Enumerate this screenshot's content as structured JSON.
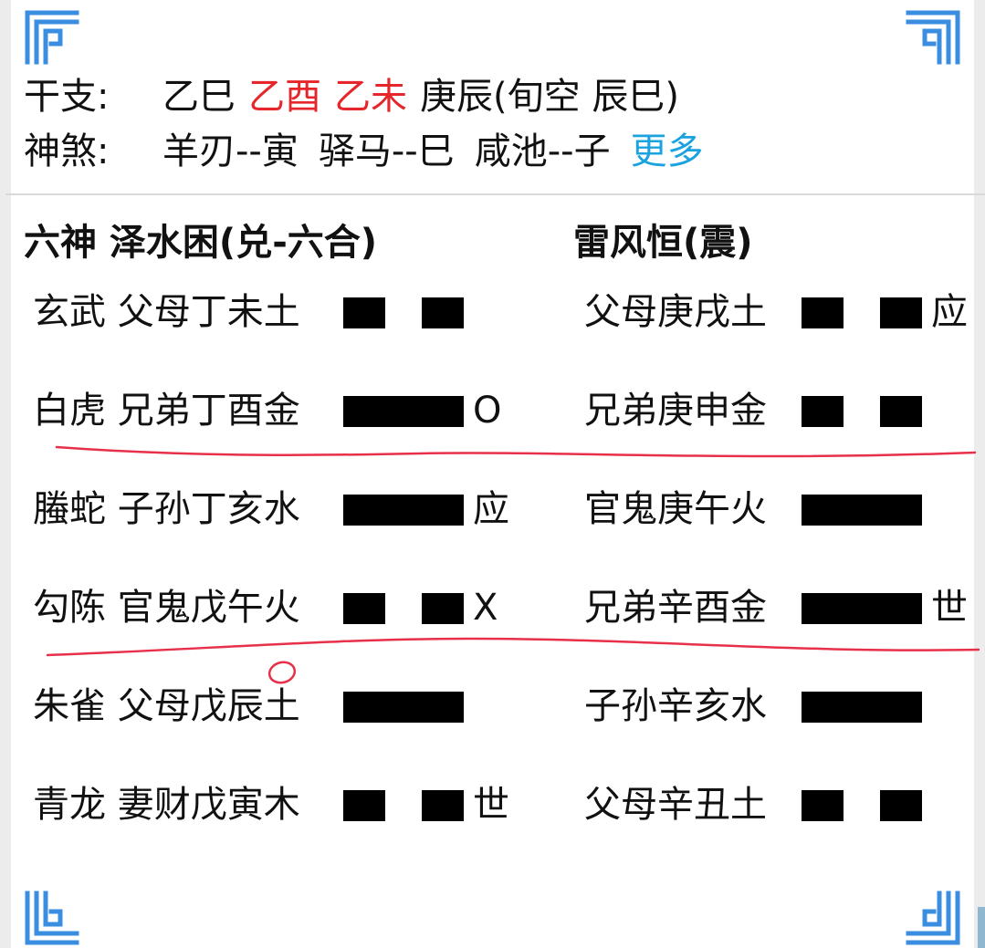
{
  "ganzhi": {
    "label": "干支:",
    "v1": "乙巳",
    "v2": "乙酉",
    "v3": "乙未",
    "v4": "庚辰(旬空 辰巳)",
    "highlight_color": "#e5262b"
  },
  "shensha": {
    "label": "神煞:",
    "item1": "羊刃--寅",
    "item2": "驿马--巳",
    "item3": "咸池--子",
    "more": "更多",
    "more_color": "#1aa3df"
  },
  "main_hexagram": {
    "header": "六神 泽水困(兑-六合)",
    "lines": [
      {
        "text": "玄武 父母丁未土",
        "type": "yin",
        "mark": ""
      },
      {
        "text": "白虎 兄弟丁酉金",
        "type": "yang",
        "mark": "O"
      },
      {
        "text": "螣蛇 子孙丁亥水",
        "type": "yang",
        "mark": "应"
      },
      {
        "text": "勾陈 官鬼戊午火",
        "type": "yin",
        "mark": "X"
      },
      {
        "text": "朱雀 父母戊辰土",
        "type": "yang",
        "mark": ""
      },
      {
        "text": "青龙 妻财戊寅木",
        "type": "yin",
        "mark": "世"
      }
    ]
  },
  "changed_hexagram": {
    "header": "雷风恒(震)",
    "lines": [
      {
        "text": "父母庚戌土",
        "type": "yin",
        "mark": "应"
      },
      {
        "text": "兄弟庚申金",
        "type": "yin",
        "mark": ""
      },
      {
        "text": "官鬼庚午火",
        "type": "yang",
        "mark": ""
      },
      {
        "text": "兄弟辛酉金",
        "type": "yang",
        "mark": "世"
      },
      {
        "text": "子孙辛亥水",
        "type": "yang",
        "mark": ""
      },
      {
        "text": "父母辛丑土",
        "type": "yin",
        "mark": ""
      }
    ]
  },
  "annotation_color": "#e8304a",
  "ornament_color": "#3b8de0"
}
